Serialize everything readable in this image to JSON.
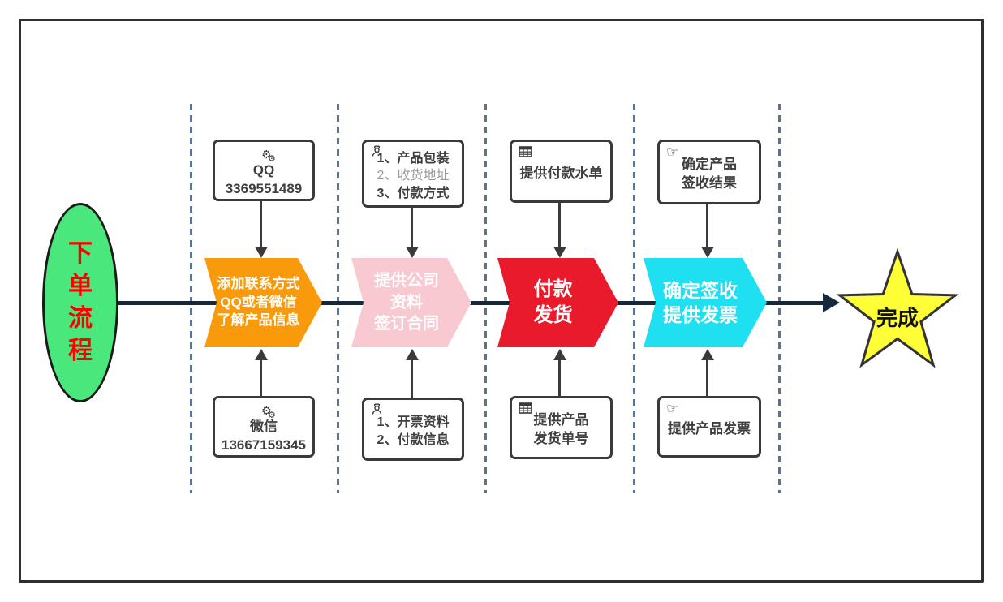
{
  "flow": {
    "start_oval": {
      "label": "下单流程",
      "chars": [
        "下",
        "单",
        "流",
        "程"
      ],
      "fill": "#4AE87C",
      "text_color": "#FE0000"
    },
    "chevrons": [
      {
        "color": "#F89A0B",
        "line1": "添加联系方式",
        "line2": "QQ或者微信",
        "line3": "了解产品信息"
      },
      {
        "color": "#F9C9D2",
        "line1": "提供公司",
        "line2": "资料",
        "line3": "签订合同"
      },
      {
        "color": "#E81A2B",
        "line1": "付款",
        "line2": "发货"
      },
      {
        "color": "#1FE0F1",
        "line1": "确定签收",
        "line2": "提供发票"
      }
    ],
    "top_boxes": [
      {
        "icon": "gears-icon",
        "line1": "QQ",
        "line2": "3369551489"
      },
      {
        "icon": "person-icon",
        "line1": "1、产品包装",
        "line2": "2、收货地址",
        "line3": "3、付款方式"
      },
      {
        "icon": "table-icon",
        "line1": "提供付款水单"
      },
      {
        "icon": "hand-icon",
        "line1": "确定产品",
        "line2": "签收结果"
      }
    ],
    "bottom_boxes": [
      {
        "icon": "gears-icon",
        "line1": "微信",
        "line2": "13667159345"
      },
      {
        "icon": "person-icon",
        "line1": "1、开票资料",
        "line2": "2、付款信息"
      },
      {
        "icon": "table-icon",
        "line1": "提供产品",
        "line2": "发货单号"
      },
      {
        "icon": "hand-icon",
        "line1": "提供产品发票"
      }
    ],
    "end_star": {
      "label": "完成",
      "fill": "#FFFF38"
    },
    "colors": {
      "main_line": "#14283E",
      "dashed_divider": "#5A7394",
      "box_border": "#3A3A3A",
      "frame_border": "#2E2E2E"
    }
  }
}
